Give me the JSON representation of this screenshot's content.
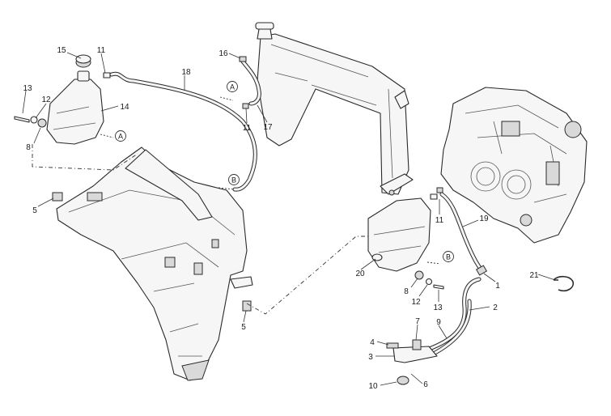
{
  "callouts": [
    "15",
    "11",
    "13",
    "12",
    "14",
    "8",
    "18",
    "16",
    "11",
    "17",
    "5",
    "20",
    "11",
    "19",
    "8",
    "12",
    "13",
    "1",
    "2",
    "21",
    "5",
    "4",
    "7",
    "9",
    "3",
    "6",
    "10"
  ],
  "refs": [
    "A",
    "A",
    "B",
    "B"
  ]
}
